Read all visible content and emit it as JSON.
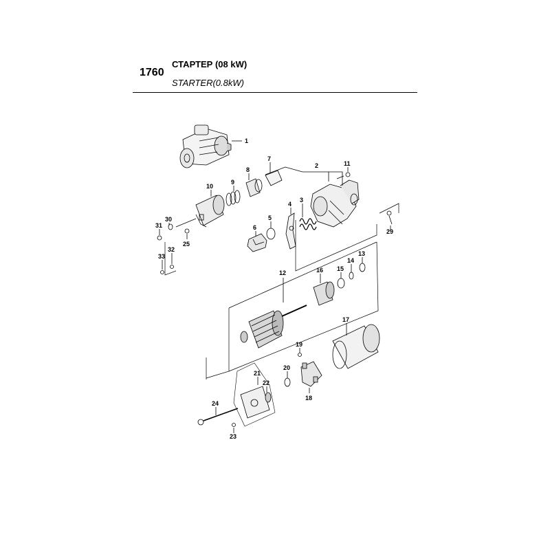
{
  "header": {
    "page_number": "1760",
    "title_ru": "СТАРТЕР (08 kW)",
    "title_en": "STARTER(0.8kW)"
  },
  "callouts": {
    "c1": "1",
    "c2": "2",
    "c3": "3",
    "c4": "4",
    "c5": "5",
    "c6": "6",
    "c7": "7",
    "c8": "8",
    "c9": "9",
    "c10": "10",
    "c11": "11",
    "c12": "12",
    "c13": "13",
    "c14": "14",
    "c15": "15",
    "c16": "16",
    "c17": "17",
    "c18": "18",
    "c19": "19",
    "c20": "20",
    "c21": "21",
    "c22": "22",
    "c23": "23",
    "c24": "24",
    "c25": "25",
    "c29": "29",
    "c30": "30",
    "c31": "31",
    "c32": "32",
    "c33": "33"
  }
}
